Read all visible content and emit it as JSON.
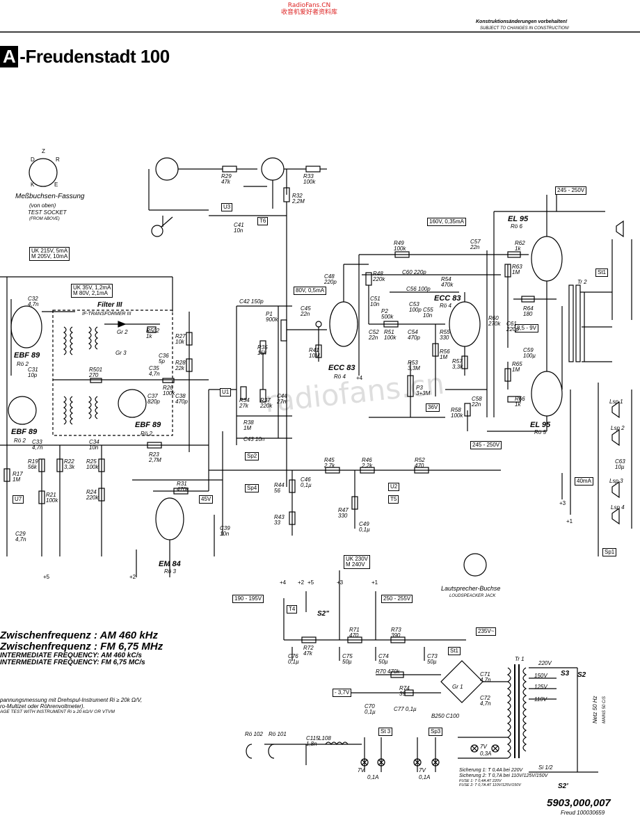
{
  "header": {
    "logo": "A",
    "title": "-Freudenstadt 100",
    "watermark_top_1": "RadioFans.CN",
    "watermark_top_2": "收音机爱好者资料库",
    "construction_note_de": "Konstruktionsänderungen vorbehalten!",
    "construction_note_en": "SUBJECT TO CHANGES IN CONSTRUCTION!",
    "watermark_center": "radiofans.cn"
  },
  "socket": {
    "title_de": "Meßbuchsen-Fassung",
    "sub_de": "(von oben)",
    "title_en": "TEST SOCKET",
    "sub_en": "(FROM ABOVE)",
    "pins": [
      "Z",
      "D",
      "R",
      "K",
      "E"
    ]
  },
  "tubes": {
    "ebf89_1": "EBF 89",
    "ebf89_1_ref": "Rö 2",
    "ebf89_2": "EBF 89",
    "ebf89_2_ref": "Rö 2",
    "ebf89_3": "EBF 89",
    "ebf89_3_ref": "Rö 2",
    "ecc83_1": "ECC 83",
    "ecc83_1_ref": "Rö 4",
    "ecc83_2": "ECC 83",
    "ecc83_2_ref": "Rö 4",
    "el95_1": "EL 95",
    "el95_1_ref": "Rö 6",
    "el95_2": "EL 95",
    "el95_2_ref": "Rö 5",
    "em84": "EM 84",
    "em84_ref": "Rö 3"
  },
  "boxes": {
    "uk_main_1": "UK 215V, 5mA",
    "uk_main_2": "M  205V, 10mA",
    "uk_if_1": "UK 35V, 1,2mA",
    "uk_if_2": "M  80V, 2,1mA",
    "filter_title": "Filter III",
    "filter_sub": "IF-TRANSFORMER III",
    "v160": "160V, 0,35mA",
    "v80": "80V, 0,5mA",
    "v245_top": "245 - 250V",
    "v245_bot": "245 - 250V",
    "v85": "8,5 - 9V",
    "v36": "36V",
    "v40ma": "40mA",
    "v45": "45V",
    "uk230_1": "UK 230V",
    "uk230_2": "M  240V",
    "v190": "190 - 195V",
    "v250": "250 - 255V",
    "v235": "235V~",
    "v37": "- 3,7V",
    "u1": "U1",
    "u2": "U2",
    "u3": "U3",
    "u7": "U7",
    "t4": "T4",
    "t5": "T5",
    "t6": "T6",
    "st1_a": "St1",
    "st1_b": "St1",
    "st3": "St 3",
    "sp1": "Sp1",
    "sp2": "Sp2",
    "sp3": "Sp3",
    "sp4": "Sp4"
  },
  "components": [
    {
      "t": "R29",
      "v": "47k"
    },
    {
      "t": "R33",
      "v": "100k"
    },
    {
      "t": "R32",
      "v": "2,2M"
    },
    {
      "t": "C41",
      "v": "10n"
    },
    {
      "t": "C42",
      "v": "150p"
    },
    {
      "t": "C32",
      "v": "4,7n"
    },
    {
      "t": "C48",
      "v": "220p"
    },
    {
      "t": "R49",
      "v": "100k"
    },
    {
      "t": "C57",
      "v": "22n"
    },
    {
      "t": "R62",
      "v": "1k"
    },
    {
      "t": "R63",
      "v": "1M"
    },
    {
      "t": "R48",
      "v": "220k"
    },
    {
      "t": "C60",
      "v": "220p"
    },
    {
      "t": "R54",
      "v": "470k"
    },
    {
      "t": "C51",
      "v": "10n"
    },
    {
      "t": "P2",
      "v": "500k"
    },
    {
      "t": "C56",
      "v": "100p"
    },
    {
      "t": "C53",
      "v": "100p"
    },
    {
      "t": "C55",
      "v": "10n"
    },
    {
      "t": "C52",
      "v": "22n"
    },
    {
      "t": "R51",
      "v": "100k"
    },
    {
      "t": "C54",
      "v": "470p"
    },
    {
      "t": "R55",
      "v": "330"
    },
    {
      "t": "R56",
      "v": "1M"
    },
    {
      "t": "R57",
      "v": "3,3k"
    },
    {
      "t": "R53",
      "v": "3,3M"
    },
    {
      "t": "P3",
      "v": "3+3M"
    },
    {
      "t": "C58",
      "v": "22n"
    },
    {
      "t": "R58",
      "v": "100k"
    },
    {
      "t": "R64",
      "v": "180"
    },
    {
      "t": "C59",
      "v": "100µ"
    },
    {
      "t": "R65",
      "v": "1M"
    },
    {
      "t": "R66",
      "v": "1k"
    },
    {
      "t": "R60",
      "v": "270k"
    },
    {
      "t": "C61",
      "v": "220p"
    },
    {
      "t": "P1",
      "v": "900k"
    },
    {
      "t": "C45",
      "v": "22n"
    },
    {
      "t": "R41",
      "v": "10M"
    },
    {
      "t": "R35",
      "v": "15k"
    },
    {
      "t": "R34",
      "v": "27k"
    },
    {
      "t": "R37",
      "v": "220k"
    },
    {
      "t": "C44",
      "v": "27n"
    },
    {
      "t": "R38",
      "v": "1M"
    },
    {
      "t": "C43",
      "v": "10n"
    },
    {
      "t": "R45",
      "v": "2,7k"
    },
    {
      "t": "R46",
      "v": "2,2k"
    },
    {
      "t": "R52",
      "v": "470"
    },
    {
      "t": "C46",
      "v": "0,1µ"
    },
    {
      "t": "R44",
      "v": "56"
    },
    {
      "t": "R43",
      "v": "33"
    },
    {
      "t": "R47",
      "v": "330"
    },
    {
      "t": "C49",
      "v": "0,1µ"
    },
    {
      "t": "C63",
      "v": "10µ"
    },
    {
      "t": "R27",
      "v": "10k"
    },
    {
      "t": "R28",
      "v": "22k"
    },
    {
      "t": "R502",
      "v": "1k"
    },
    {
      "t": "C36",
      "v": "5p"
    },
    {
      "t": "C35",
      "v": "4,7n"
    },
    {
      "t": "R501",
      "v": "270"
    },
    {
      "t": "R26",
      "v": "100k"
    },
    {
      "t": "C37",
      "v": "820p"
    },
    {
      "t": "C38",
      "v": "470p"
    },
    {
      "t": "C31",
      "v": "10p"
    },
    {
      "t": "C34",
      "v": "10n"
    },
    {
      "t": "R23",
      "v": "2,7M"
    },
    {
      "t": "C33",
      "v": "4,7n"
    },
    {
      "t": "R19",
      "v": "56k"
    },
    {
      "t": "R22",
      "v": "3,3k"
    },
    {
      "t": "R25",
      "v": "100k"
    },
    {
      "t": "R24",
      "v": "220k"
    },
    {
      "t": "R17",
      "v": "1M"
    },
    {
      "t": "R21",
      "v": "100k"
    },
    {
      "t": "C29",
      "v": "4,7n"
    },
    {
      "t": "R31",
      "v": "470k"
    },
    {
      "t": "C39",
      "v": "10n"
    },
    {
      "t": "R72",
      "v": "47k"
    },
    {
      "t": "R71",
      "v": "470"
    },
    {
      "t": "R73",
      "v": "390"
    },
    {
      "t": "C76",
      "v": "0,1µ"
    },
    {
      "t": "C75",
      "v": "50µ"
    },
    {
      "t": "C74",
      "v": "50µ"
    },
    {
      "t": "C73",
      "v": "50µ"
    },
    {
      "t": "R70",
      "v": "470k"
    },
    {
      "t": "R74",
      "v": "39"
    },
    {
      "t": "C70",
      "v": "0,1µ"
    },
    {
      "t": "C77",
      "v": "0,1µ"
    },
    {
      "t": "C71",
      "v": "4,7n"
    },
    {
      "t": "C72",
      "v": "4,7n"
    },
    {
      "t": "C115",
      "v": "1,8n"
    }
  ],
  "misc": {
    "gr1": "Gr 1",
    "gr2": "Gr 2",
    "gr3": "Gr 3",
    "b250": "B250 C100",
    "tr1": "Tr 1",
    "tr2": "Tr 2",
    "l108": "L108",
    "ro102": "Rö 102",
    "ro101": "Rö 101",
    "v220": "220V",
    "v150": "150V",
    "v125": "125V",
    "v110": "110V",
    "s2": "S2",
    "s3": "S3",
    "s2pp": "S2\"",
    "s2p": "S2'",
    "si12": "Si 1/2",
    "lamp_a": "7V",
    "lamp_a2": "0,1A",
    "lamp_b": "7V",
    "lamp_b2": "0,1A",
    "lamp_c": "7V",
    "lamp_c2": "0,3A",
    "lsp1": "Lsp 1",
    "lsp2": "Lsp 2",
    "lsp3": "Lsp 3",
    "lsp4": "Lsp 4",
    "netz": "Netz 50 Hz",
    "netz_en": "MAINS 50 C/S",
    "ls_jack_de": "Lautsprecher-Buchse",
    "ls_jack_en": "LOUDSPEACKER JACK",
    "node_p4": "+4",
    "node_p2": "+2",
    "node_p5": "+5",
    "node_p3": "+3",
    "node_p1": "+1",
    "node_b4": "+4",
    "node_b3": "+3",
    "node_b1": "+1",
    "node_b5": "+5",
    "node_b2": "+2"
  },
  "footer": {
    "if_am": "Zwischenfrequenz : AM 460 kHz",
    "if_fm": "Zwischenfrequenz : FM 6,75 MHz",
    "if_am_en": "INTERMEDIATE FREQUENCY: AM 460 kC/s",
    "if_fm_en": "INTERMEDIATE FREQUENCY: FM 6,75 MC/s",
    "meas_1": "pannungsmessung mit Drehspul-Instrument Ri ≥ 20k Ω/V,",
    "meas_2": "ro-Multizet oder Röhrenvoltmeter).",
    "meas_3": "AGE TEST WITH INSTRUMENT Ri ≥ 20 kΩ/V OR VTVM",
    "fuse_1": "Sicherung 1: T 0,4A  bei 220V",
    "fuse_2": "Sicherung 2: T 0,7A  bei 110V/125V/150V",
    "fuse_3": "FUSE 1: T 0,4A  AT 220V",
    "fuse_4": "FUSE 2: T 0,7A  AT 110V/125V/150V",
    "doc_number": "5903,000,007",
    "doc_sub": "Freud 100030659"
  }
}
